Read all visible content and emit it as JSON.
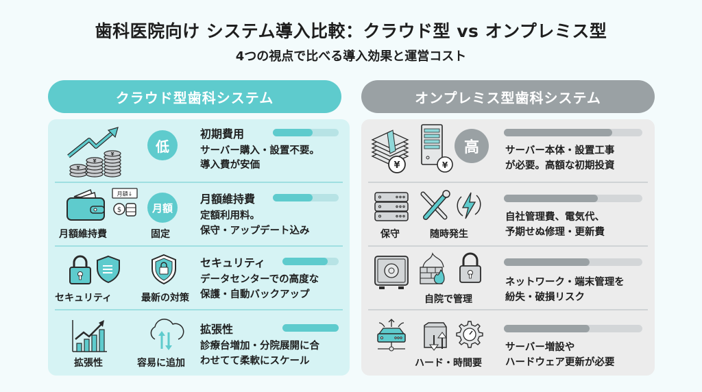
{
  "header": {
    "title": "歯科医院向け システム導入比較：クラウド型 vs オンプレミス型",
    "subtitle": "4つの視点で比べる導入効果と運営コスト"
  },
  "colors": {
    "cloud_accent": "#5ecbcd",
    "cloud_panel": "#d6f3f4",
    "onprem_accent": "#9aa1a4",
    "onprem_panel": "#ececec"
  },
  "cloud": {
    "header": "クラウド型歯科システム",
    "rows": [
      {
        "icon": "coins-growth-icon",
        "badge": "低",
        "title": "初期費用",
        "bar_percent": 60,
        "desc_line1": "サーバー購入・設置不要。",
        "desc_line2": "導入費が安価"
      },
      {
        "icon": "wallet-icon",
        "icon_label": "月額維持費",
        "mini_tag": "月額↓",
        "badge": "月額",
        "badge_label": "固定",
        "title": "月額維持費",
        "bar_percent": 60,
        "desc_line1": "定額利用料。",
        "desc_line2": "保守・アップデート込み"
      },
      {
        "icon": "padlock-icon",
        "icon_label": "セキュリティ",
        "badge_label": "最新の対策",
        "title": "セキュリティ",
        "bar_percent": 75,
        "desc_line1": "データセンターでの高度な",
        "desc_line2": "保護・自動バックアップ"
      },
      {
        "icon": "growth-chart-icon",
        "icon_label": "拡張性",
        "badge_label": "容易に追加",
        "title": "拡張性",
        "bar_percent": 100,
        "desc_line1": "診療台増加・分院展開に合",
        "desc_line2": "わせてて柔軟にスケール"
      }
    ]
  },
  "onprem": {
    "header": "オンプレミス型歯科システム",
    "rows": [
      {
        "icon": "cash-stack-icon",
        "badge": "高",
        "bar_percent": 78,
        "desc_line1": "サーバー本体・設置工事",
        "desc_line2": "が必要。高額な初期投資"
      },
      {
        "icon": "server-rack-icon",
        "icon_label": "保守",
        "badge_label": "随時発生",
        "bar_percent": 68,
        "desc_line1": "自社管理費、電気代、",
        "desc_line2": "予期せぬ修理・更新費"
      },
      {
        "icon": "safe-icon",
        "badge_label": "自院で管理",
        "bar_percent": 62,
        "desc_line1": "ネットワーク・端末管理を",
        "desc_line2": "紛失・破損リスク"
      },
      {
        "icon": "network-device-icon",
        "badge_label": "ハード・時間要",
        "bar_percent": 62,
        "desc_line1": "サーバー増設や",
        "desc_line2": "ハードウェア更新が必要"
      }
    ]
  }
}
